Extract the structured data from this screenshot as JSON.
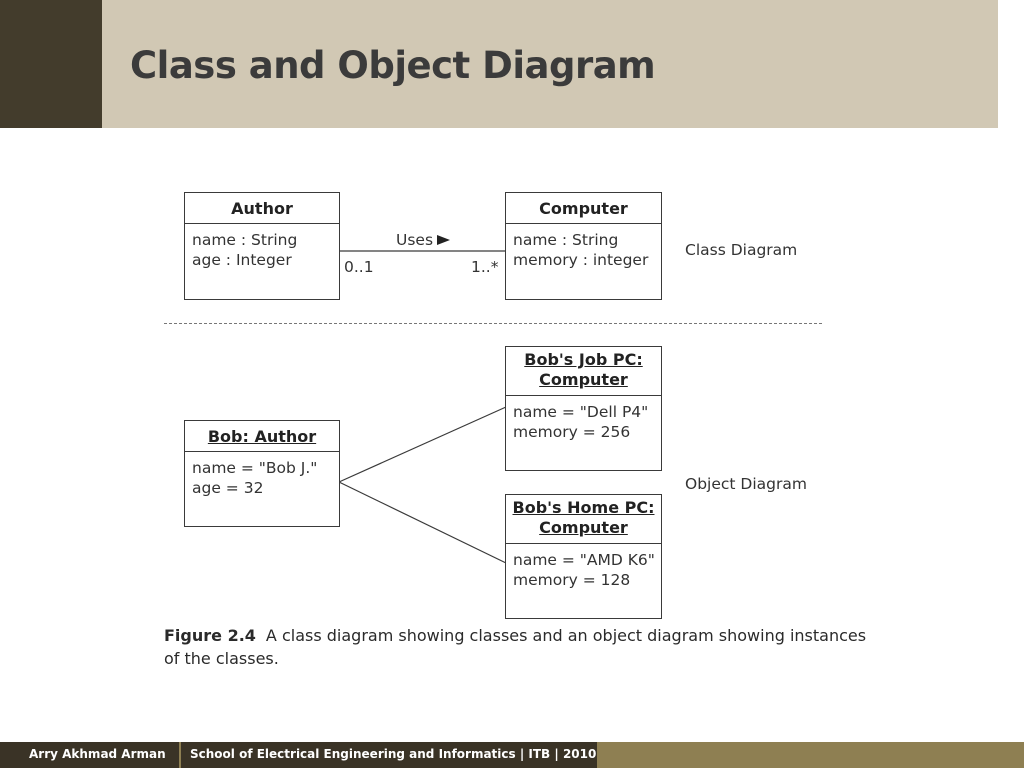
{
  "slide": {
    "title": "Class and Object Diagram"
  },
  "class_diagram": {
    "label": "Class Diagram",
    "author": {
      "name": "Author",
      "attributes": [
        "name : String",
        "age : Integer"
      ]
    },
    "computer": {
      "name": "Computer",
      "attributes": [
        "name : String",
        "memory : integer"
      ]
    },
    "association": {
      "label": "Uses",
      "source_multiplicity": "0..1",
      "target_multiplicity": "1..*"
    }
  },
  "object_diagram": {
    "label": "Object Diagram",
    "bob": {
      "name": "Bob: Author",
      "attributes": [
        "name = \"Bob J.\"",
        "age = 32"
      ]
    },
    "job_pc": {
      "name_line1": "Bob's Job PC:",
      "name_line2": "Computer",
      "attributes": [
        "name = \"Dell P4\"",
        "memory = 256"
      ]
    },
    "home_pc": {
      "name_line1": "Bob's Home PC:",
      "name_line2": "Computer",
      "attributes": [
        "name = \"AMD K6\"",
        "memory = 128"
      ]
    }
  },
  "caption": {
    "figure": "Figure 2.4",
    "text": "A class diagram showing classes and an object diagram showing instances of the classes."
  },
  "footer": {
    "author": "Arry Akhmad Arman",
    "institution": "School of Electrical Engineering and Informatics | ITB | 2010"
  },
  "colors": {
    "header_dark": "#433c2c",
    "header_band": "#d1c8b4",
    "footer_dark": "#3a3326",
    "footer_olive": "#8e7f52"
  }
}
